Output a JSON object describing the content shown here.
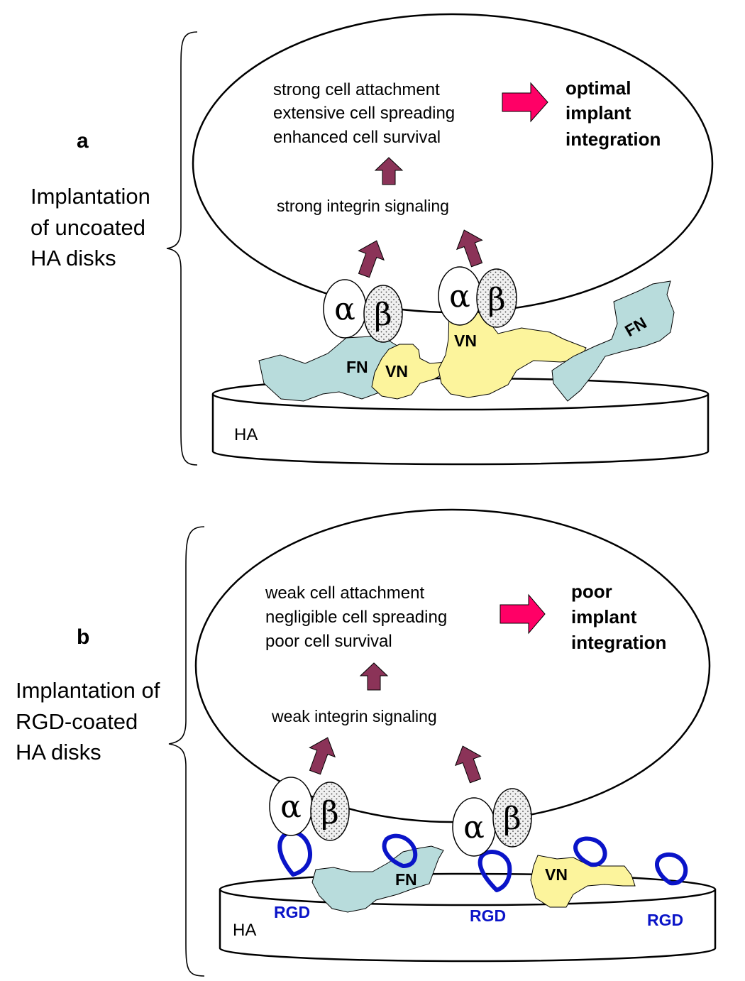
{
  "panel_a": {
    "letter": "a",
    "description": [
      "Implantation",
      "of uncoated",
      "HA disks"
    ],
    "cell_effects": [
      "strong cell attachment",
      "extensive cell spreading",
      "enhanced cell survival"
    ],
    "signaling": "strong integrin signaling",
    "outcome": [
      "optimal",
      "implant",
      "integration"
    ],
    "integrin_alpha": "α",
    "integrin_beta": "β",
    "proteins": [
      "FN",
      "VN",
      "VN",
      "FN"
    ],
    "substrate": "HA"
  },
  "panel_b": {
    "letter": "b",
    "description": [
      "Implantation of",
      "RGD-coated",
      "HA disks"
    ],
    "cell_effects": [
      "weak cell attachment",
      "negligible cell spreading",
      "poor cell survival"
    ],
    "signaling": "weak integrin signaling",
    "outcome": [
      "poor",
      "implant",
      "integration"
    ],
    "integrin_alpha": "α",
    "integrin_beta": "β",
    "proteins": [
      "FN",
      "VN"
    ],
    "rgd": [
      "RGD",
      "RGD",
      "RGD"
    ],
    "substrate": "HA"
  },
  "colors": {
    "signal_arrow": "#8b3358",
    "outcome_arrow": "#ff0066",
    "fibronectin": "#b8dcdc",
    "vitronectin": "#fcf49c",
    "rgd_loop": "#0a14c8"
  }
}
